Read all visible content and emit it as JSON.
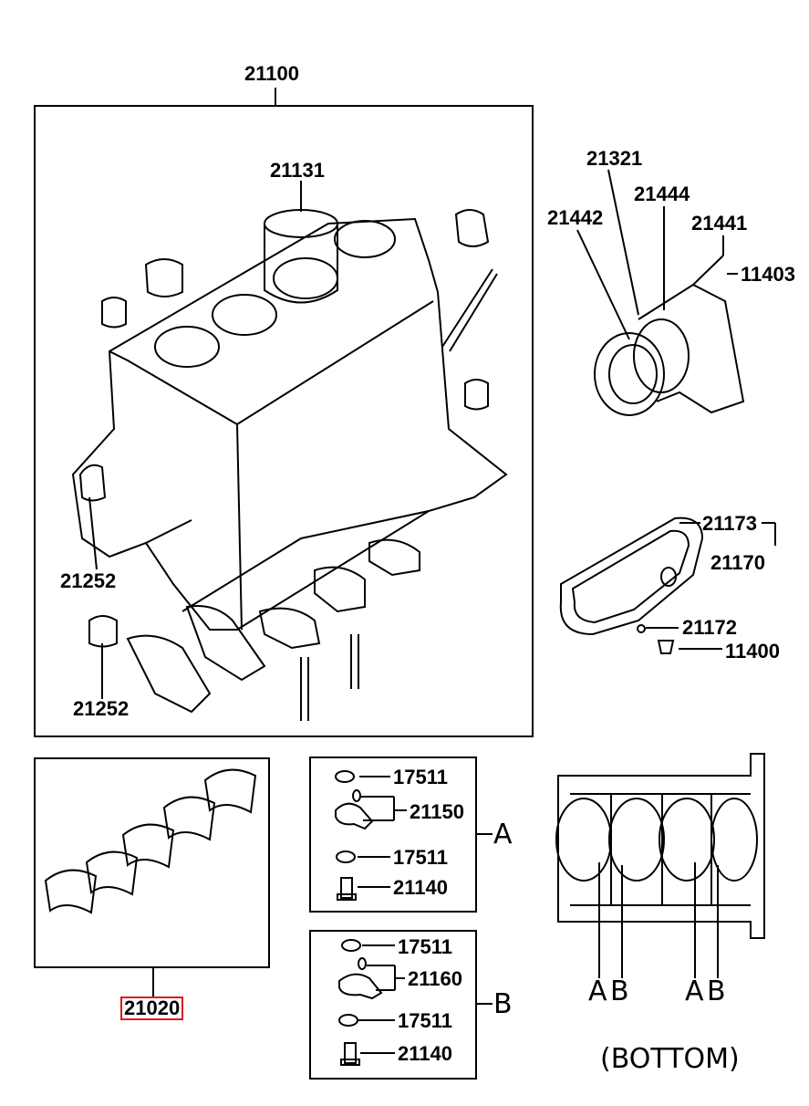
{
  "labels": {
    "p21100": "21100",
    "p21131": "21131",
    "p21321": "21321",
    "p21444": "21444",
    "p21442": "21442",
    "p21441": "21441",
    "p11403": "11403",
    "p21252a": "21252",
    "p21252b": "21252",
    "p21173": "21173",
    "p21170": "21170",
    "p21172": "21172",
    "p11400": "11400",
    "p21020": "21020",
    "a17511a": "17511",
    "a21150": "21150",
    "a17511b": "17511",
    "a21140": "21140",
    "b17511a": "17511",
    "b21160": "21160",
    "b17511b": "17511",
    "b21140": "21140",
    "callout_a": "A",
    "callout_b": "B",
    "bottom_a1": "A",
    "bottom_b1": "B",
    "bottom_a2": "A",
    "bottom_b2": "B",
    "bottom_caption": "(BOTTOM)"
  },
  "highlight_color": "#e0191b"
}
